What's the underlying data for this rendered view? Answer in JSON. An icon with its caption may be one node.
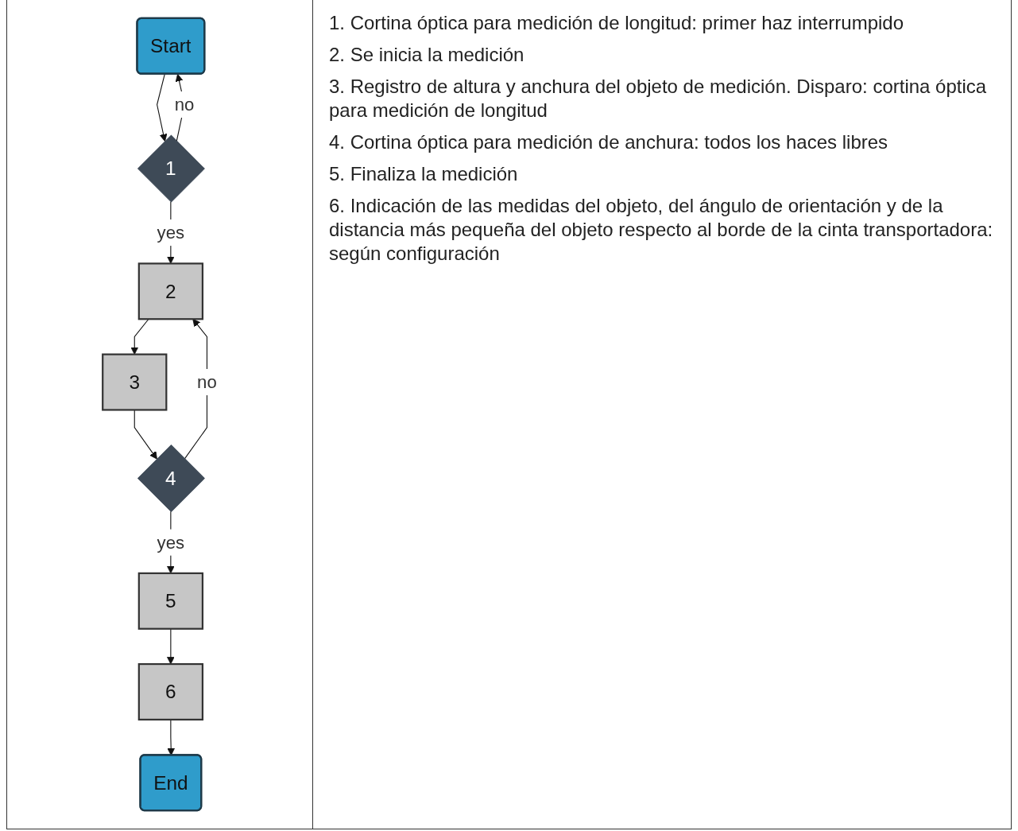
{
  "diagram": {
    "nodes": [
      {
        "text": [
          "Start"
        ]
      },
      {
        "text": [
          "1"
        ]
      },
      {
        "text": [
          "2"
        ]
      },
      {
        "text": [
          "3"
        ]
      },
      {
        "text": [
          "4"
        ]
      },
      {
        "text": [
          "5"
        ]
      },
      {
        "text": [
          "6"
        ]
      },
      {
        "text": [
          "End"
        ]
      }
    ],
    "edges": [
      {
        "from": 0,
        "to": 1,
        "arrow": "to"
      },
      {
        "from": 1,
        "to": 0,
        "label": "no",
        "arrow": "to"
      },
      {
        "from": 1,
        "to": 2,
        "label": "yes",
        "arrow": "to"
      },
      {
        "from": 2,
        "to": 3,
        "arrow": "to"
      },
      {
        "from": 3,
        "to": 4,
        "arrow": "to"
      },
      {
        "from": 4,
        "to": 2,
        "label": "no",
        "arrow": "to"
      },
      {
        "from": 4,
        "to": 5,
        "label": "yes",
        "arrow": "to"
      },
      {
        "from": 5,
        "to": 6,
        "arrow": "to"
      },
      {
        "from": 6,
        "to": 7,
        "arrow": "to"
      }
    ],
    "labels": [
      "1. Cortina óptica para medición de longitud: primer haz interrumpido",
      "2. Se inicia la medición",
      "3. Registro de altura y anchura del objeto de medición. Disparo: cortina óptica para medición de longitud",
      "4. Cortina óptica para medición de anchura: todos los haces libres",
      "5. Finaliza la medición",
      "6. Indicación de las medidas del objeto, del ángulo de orientación y de la distancia más pequeña del objeto respecto al borde de la cinta transportadora: según configuración"
    ]
  }
}
